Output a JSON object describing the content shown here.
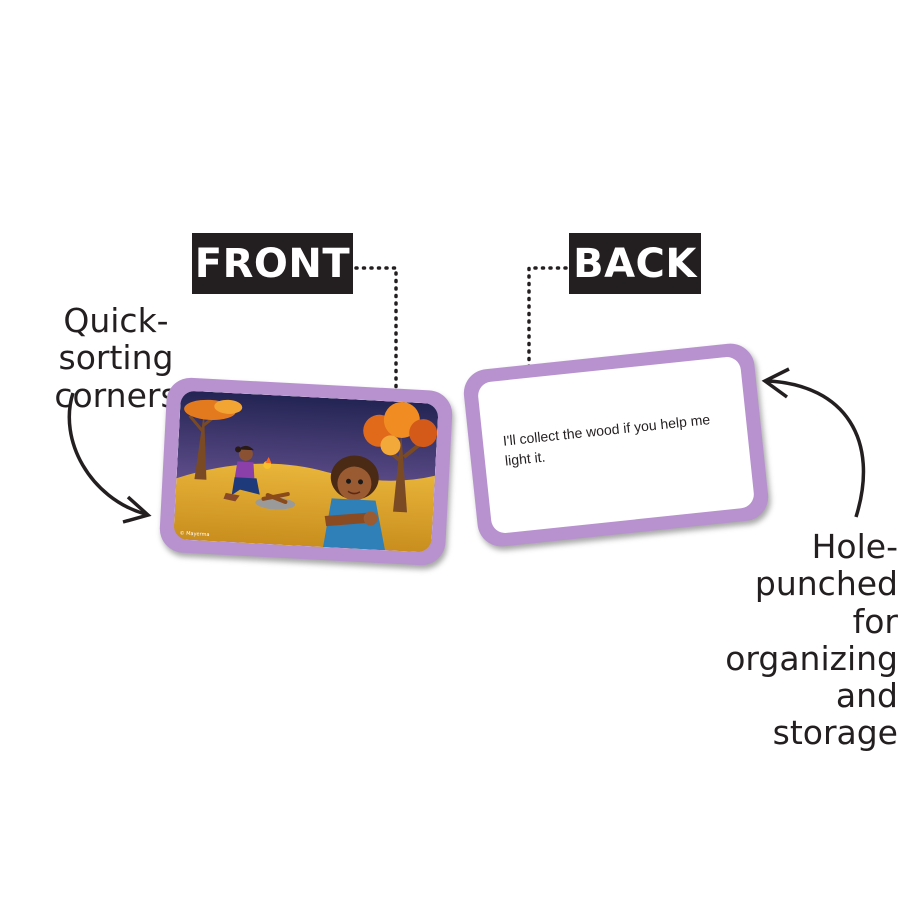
{
  "labels": {
    "front": "FRONT",
    "back": "BACK"
  },
  "callouts": {
    "quick_sorting": [
      "Quick-sorting",
      "corners"
    ],
    "hole_punched": [
      "Hole-",
      "punched for",
      "organizing",
      "and storage"
    ]
  },
  "back_card": {
    "text": "I'll collect the wood if you help me light it."
  },
  "front_card": {
    "copyright": "© Mayerma"
  },
  "colors": {
    "card_border": "#b792cf",
    "label_background": "#231f20",
    "text": "#231f20"
  }
}
